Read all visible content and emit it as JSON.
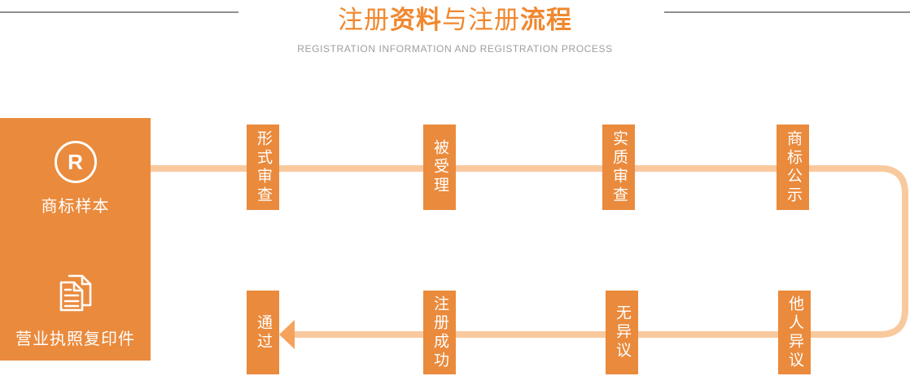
{
  "header": {
    "title": {
      "s1": "注册",
      "s2": "资料",
      "s3": "与注册",
      "s4": "流程"
    },
    "subtitle": "REGISTRATION INFORMATION AND REGISTRATION PROCESS"
  },
  "materials": {
    "trademark_sample": {
      "icon": "registered-trademark-icon",
      "symbol": "R",
      "label": "商标样本"
    },
    "business_license": {
      "icon": "documents-icon",
      "label": "营业执照复印件"
    }
  },
  "flow": {
    "top_row": [
      {
        "label": "形式审查"
      },
      {
        "label": "被受理"
      },
      {
        "label": "实质审查"
      },
      {
        "label": "商标公示"
      }
    ],
    "bottom_row": [
      {
        "label": "通过"
      },
      {
        "label": "注册成功"
      },
      {
        "label": "无异议"
      },
      {
        "label": "他人异议"
      }
    ]
  },
  "colors": {
    "orange": "#EA8A3C",
    "title-orange": "#F0882F",
    "connector": "#F9C99E",
    "arrow": "#F5A25C",
    "divider-gray": "#909090",
    "subtitle-gray": "#9E9E9E"
  }
}
